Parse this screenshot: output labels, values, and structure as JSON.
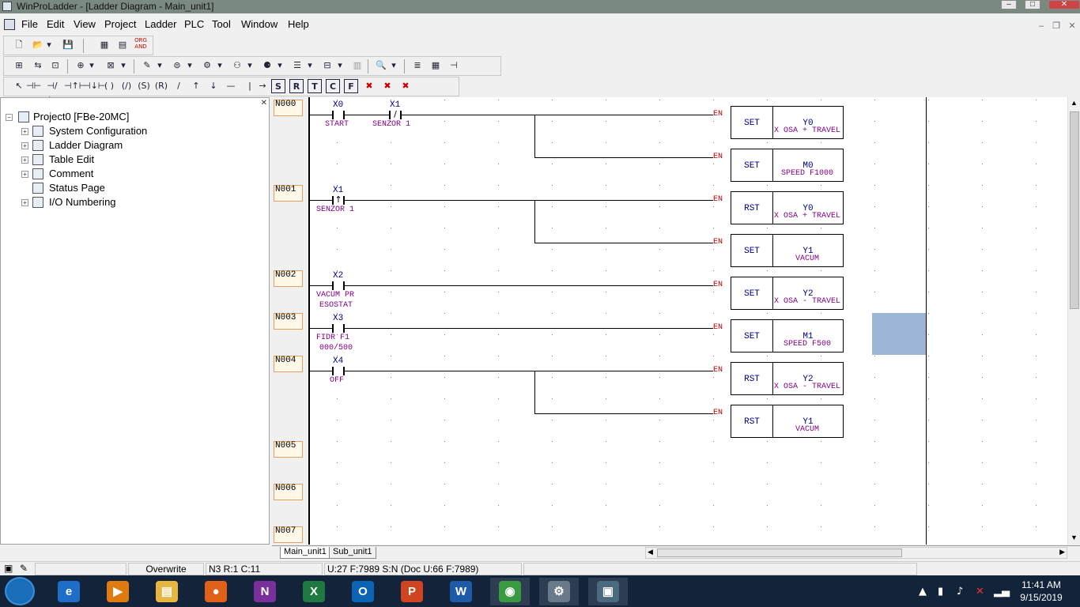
{
  "window": {
    "title": "WinProLadder - [Ladder Diagram - Main_unit1]"
  },
  "menu": [
    "File",
    "Edit",
    "View",
    "Project",
    "Ladder",
    "PLC",
    "Tool",
    "Window",
    "Help"
  ],
  "toolbar1": {
    "icons": [
      "new-file-icon",
      "open-folder-icon",
      "save-icon",
      "project-icon",
      "ladder-view-icon",
      "org-and-icon"
    ],
    "org_label": "ORG AND"
  },
  "tree": {
    "root": "Project0 [FBe-20MC]",
    "items": [
      "System Configuration",
      "Ladder Diagram",
      "Table Edit",
      "Comment",
      "Status Page",
      "I/O Numbering"
    ]
  },
  "ladder": {
    "networks": [
      "N000",
      "N001",
      "N002",
      "N003",
      "N004",
      "N005",
      "N006",
      "N007"
    ],
    "en_label": "EN",
    "contacts": [
      {
        "tag": "X0",
        "comment": "START",
        "type": "NO"
      },
      {
        "tag": "X1",
        "comment": "SENZOR 1",
        "type": "NC"
      },
      {
        "tag": "X1",
        "comment": "SENZOR 1",
        "type": "RISE"
      },
      {
        "tag": "X2",
        "comment": "VACUM PR",
        "comment2": "ESOSTAT",
        "type": "NO"
      },
      {
        "tag": "X3",
        "comment": "FIDR  F1",
        "comment2": "000/500",
        "type": "NO"
      },
      {
        "tag": "X4",
        "comment": "OFF",
        "type": "NO"
      }
    ],
    "coils": [
      {
        "op": "SET",
        "dev": "Y0",
        "comment": "X  OSA  + TRAVEL"
      },
      {
        "op": "SET",
        "dev": "M0",
        "comment": "SPEED F1000"
      },
      {
        "op": "RST",
        "dev": "Y0",
        "comment": "X  OSA  + TRAVEL"
      },
      {
        "op": "SET",
        "dev": "Y1",
        "comment": "VACUM"
      },
      {
        "op": "SET",
        "dev": "Y2",
        "comment": "X OSA - TRAVEL"
      },
      {
        "op": "SET",
        "dev": "M1",
        "comment": "SPEED F500"
      },
      {
        "op": "RST",
        "dev": "Y2",
        "comment": "X OSA - TRAVEL"
      },
      {
        "op": "RST",
        "dev": "Y1",
        "comment": "VACUM"
      }
    ]
  },
  "tabs": [
    "Main_unit1",
    "Sub_unit1"
  ],
  "status": {
    "mode": "Overwrite",
    "pos": "N3 R:1 C:11",
    "mem": "U:27 F:7989 S:N (Doc U:66 F:7989)"
  },
  "taskbar": {
    "apps": [
      {
        "name": "internet-explorer",
        "glyph": "e",
        "color": "#1e6ec8"
      },
      {
        "name": "media-player",
        "glyph": "▶",
        "color": "#e07b10"
      },
      {
        "name": "file-explorer",
        "glyph": "▤",
        "color": "#e8b640"
      },
      {
        "name": "firefox",
        "glyph": "●",
        "color": "#e06018"
      },
      {
        "name": "onenote",
        "glyph": "N",
        "color": "#7b2f9c"
      },
      {
        "name": "excel",
        "glyph": "X",
        "color": "#1e7a40"
      },
      {
        "name": "outlook",
        "glyph": "O",
        "color": "#0a64b4"
      },
      {
        "name": "powerpoint",
        "glyph": "P",
        "color": "#d04420"
      },
      {
        "name": "word",
        "glyph": "W",
        "color": "#1d5aa8"
      },
      {
        "name": "chrome",
        "glyph": "◉",
        "color": "#3a9a40"
      },
      {
        "name": "usb-tool",
        "glyph": "⚙",
        "color": "#6a7a8a"
      },
      {
        "name": "winproladder",
        "glyph": "▣",
        "color": "#4a6a80"
      }
    ],
    "time": "11:41 AM",
    "date": "9/15/2019"
  }
}
